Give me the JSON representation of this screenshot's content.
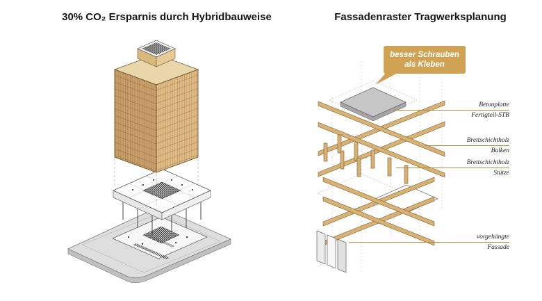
{
  "left_panel": {
    "title": "30% CO₂ Ersparnis durch Hybridbauweise"
  },
  "right_panel": {
    "title": "Fassadenraster Tragwerksplanung",
    "callout": {
      "line1": "besser Schrauben",
      "line2": "als Kleben"
    },
    "annotations": [
      {
        "line1": "Betonplatte",
        "line2": "Fertigteil-STB"
      },
      {
        "line1": "Brettschichtholz",
        "line2": "Balken"
      },
      {
        "line1": "Brettschichtholz",
        "line2": "Stütze"
      },
      {
        "line1": "vorgehängte",
        "line2": "Fassade"
      }
    ]
  },
  "colors": {
    "timber": "#d8b275",
    "timber_dark": "#c9a06b",
    "timber_light": "#e0bd87",
    "timber_top": "#ead6ab",
    "concrete": "#c6c6c6",
    "base_gray": "#dedede",
    "leader": "#b08c3c",
    "callout_bg": "#cfa254"
  }
}
